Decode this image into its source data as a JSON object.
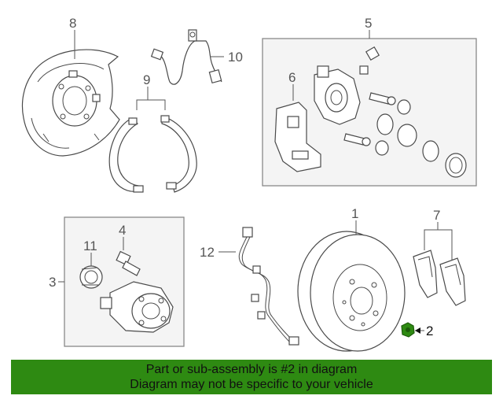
{
  "callouts": {
    "c1": "1",
    "c2": "2",
    "c3": "3",
    "c4": "4",
    "c5": "5",
    "c6": "6",
    "c7": "7",
    "c8": "8",
    "c9": "9",
    "c10": "10",
    "c11": "11",
    "c12": "12"
  },
  "banner": {
    "line1": "Part or sub-assembly is #2 in diagram",
    "line2": "Diagram may not be specific to your vehicle"
  },
  "colors": {
    "banner_bg": "#2e8a12",
    "highlight_part": "#2e8a12"
  }
}
